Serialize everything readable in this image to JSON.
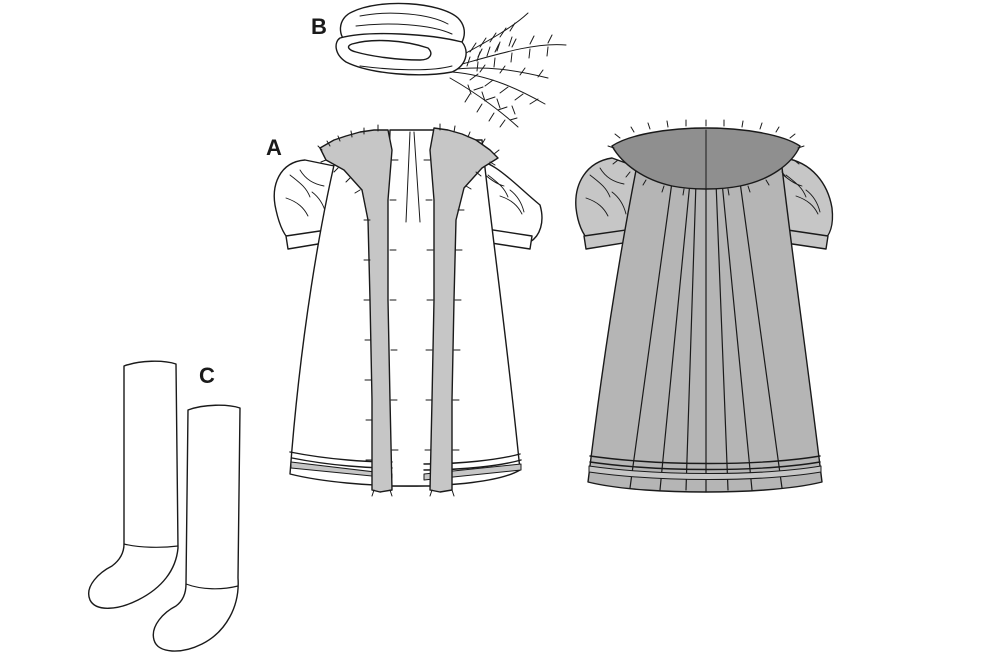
{
  "labels": {
    "view_a": "A",
    "view_b": "B",
    "view_c": "C"
  },
  "colors": {
    "outline": "#1a1a1a",
    "fabric_fill": "#b5b5b5",
    "collar_fill": "#8f8f8f",
    "fur_fill": "#c6c6c6",
    "light_fill": "#ffffff"
  }
}
